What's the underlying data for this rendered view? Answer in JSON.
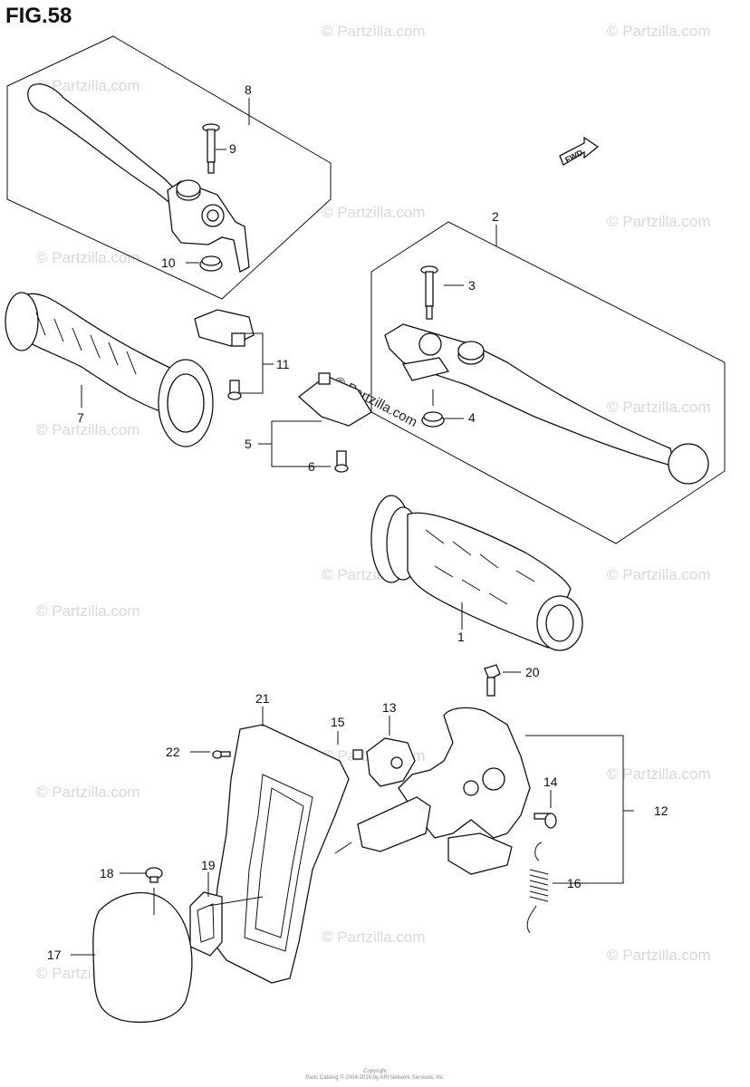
{
  "figure": {
    "title": "FIG.58"
  },
  "watermark": "© Partzilla.com",
  "center_watermark": "© Partzilla.com",
  "fwd_badge": "FWD",
  "labels": {
    "p1": "1",
    "p2": "2",
    "p3": "3",
    "p4": "4",
    "p5": "5",
    "p6": "6",
    "p7": "7",
    "p8": "8",
    "p9": "9",
    "p10": "10",
    "p11": "11",
    "p12": "12",
    "p13": "13",
    "p14": "14",
    "p15": "15",
    "p16": "16",
    "p17": "17",
    "p18": "18",
    "p19": "19",
    "p20": "20",
    "p21": "21",
    "p22": "22"
  },
  "copyright": {
    "line1": "Copyright",
    "line2": "Parts Catalog © 2004-2019 by ARI Network Services, Inc."
  }
}
